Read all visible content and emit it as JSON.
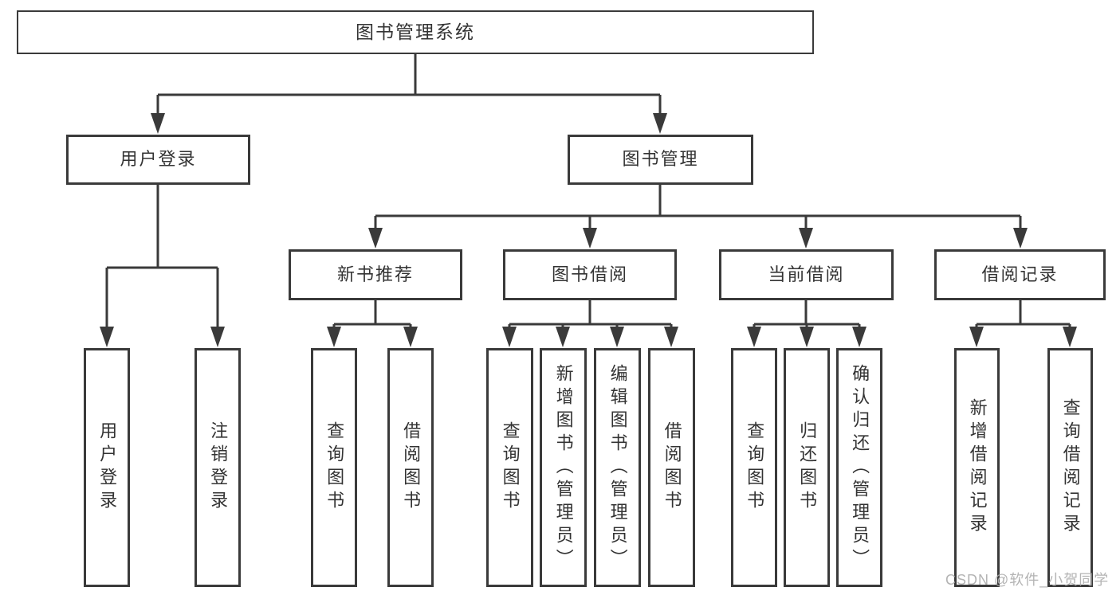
{
  "diagram": {
    "root": {
      "label": "图书管理系统"
    },
    "level2": [
      {
        "id": "user-login",
        "label": "用户登录"
      },
      {
        "id": "book-management",
        "label": "图书管理"
      }
    ],
    "level3": [
      {
        "id": "new-book-recommend",
        "label": "新书推荐"
      },
      {
        "id": "book-borrowing",
        "label": "图书借阅"
      },
      {
        "id": "current-borrowing",
        "label": "当前借阅"
      },
      {
        "id": "borrowing-records",
        "label": "借阅记录"
      }
    ],
    "leaves": {
      "user_login": [
        "用户登录",
        "注销登录"
      ],
      "new_book": [
        "查询图书",
        "借阅图书"
      ],
      "book_borrow": [
        "查询图书",
        "新增图书（管理员）",
        "编辑图书（管理员）",
        "借阅图书"
      ],
      "current_borrow": [
        "查询图书",
        "归还图书",
        "确认归还（管理员）"
      ],
      "borrow_records": [
        "新增借阅记录",
        "查询借阅记录"
      ]
    }
  },
  "watermark": {
    "text": "CSDN @软件_小贺同学"
  },
  "colors": {
    "line": "#3a3a3a",
    "text": "#333333",
    "box_background": "#ffffff",
    "watermark": "#acacac",
    "background": "#ffffff"
  }
}
